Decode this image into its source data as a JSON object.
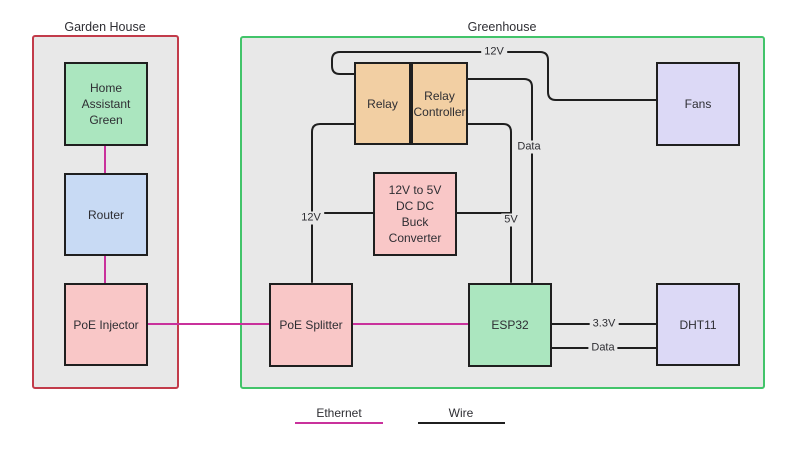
{
  "colors": {
    "ethernet": "#c9319c",
    "wire": "#1f1f1f",
    "garden_house_border": "#c23b4a",
    "greenhouse_border": "#42c46a",
    "container_fill": "#e8e8e8",
    "fill_green": "#abe6bf",
    "fill_blue": "#c8daf4",
    "fill_pink": "#f9c7c7",
    "fill_orange": "#f2cfa3",
    "fill_purple": "#dcd9f6"
  },
  "garden_house": {
    "title": "Garden House",
    "nodes": {
      "home_assistant": "Home Assistant\nGreen",
      "router": "Router",
      "poe_injector": "PoE Injector"
    }
  },
  "greenhouse": {
    "title": "Greenhouse",
    "nodes": {
      "relay": "Relay",
      "relay_controller": "Relay\nController",
      "fans": "Fans",
      "buck_converter": "12V to 5V\nDC DC\nBuck Converter",
      "poe_splitter": "PoE Splitter",
      "esp32": "ESP32",
      "dht11": "DHT11"
    }
  },
  "wire_labels": {
    "relay_supply": "12V",
    "relay_data": "Data",
    "buck_in": "12V",
    "buck_out": "5V",
    "dht_power": "3.3V",
    "dht_data": "Data"
  },
  "legend": {
    "ethernet": "Ethernet",
    "wire": "Wire"
  }
}
